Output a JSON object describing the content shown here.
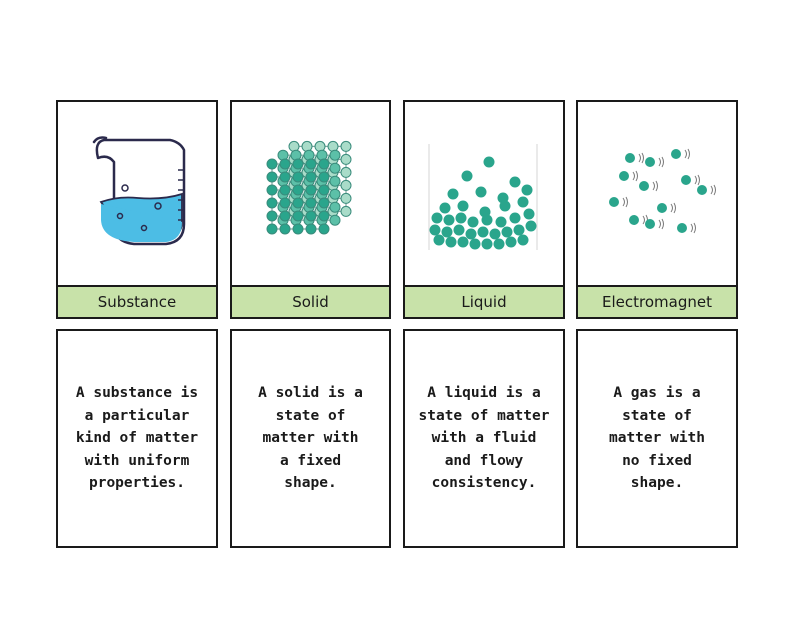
{
  "cards": [
    {
      "term": "Substance",
      "image_icon": "beaker-icon",
      "definition": "A substance is a particular kind of matter with uniform properties."
    },
    {
      "term": "Solid",
      "image_icon": "solid-lattice-icon",
      "definition": "A solid is a state of matter with a fixed shape."
    },
    {
      "term": "Liquid",
      "image_icon": "liquid-particles-icon",
      "definition": "A liquid is a state of matter with a fluid and flowy consistency."
    },
    {
      "term": "Electromagnet",
      "image_icon": "gas-particles-icon",
      "definition": "A gas is a state of matter with no fixed shape."
    }
  ],
  "colors": {
    "label_bg": "#c8e2a9",
    "particle": "#2aa58c",
    "particle_light": "#a9dcc9",
    "beaker_liquid": "#4cbde5",
    "border": "#1a1a1a"
  }
}
